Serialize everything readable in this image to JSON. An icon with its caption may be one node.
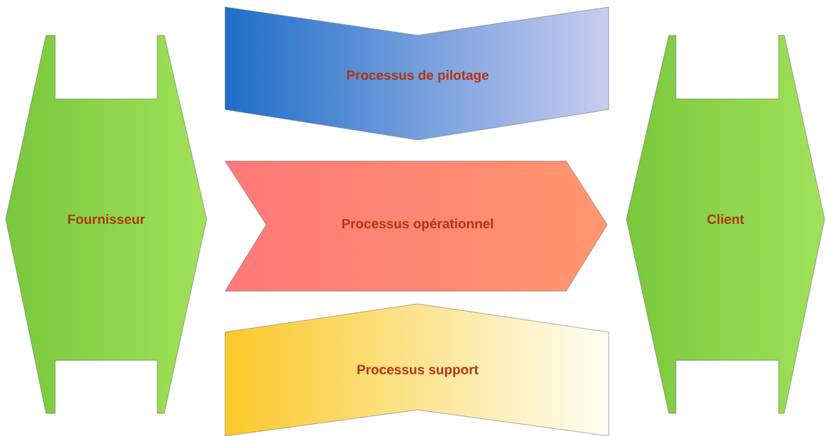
{
  "diagram": {
    "nodes": [
      {
        "text": [
          "Fournisseur"
        ]
      },
      {
        "text": [
          "Processus de pilotage"
        ]
      },
      {
        "text": [
          "Processus opérationnel"
        ]
      },
      {
        "text": [
          "Processus support"
        ]
      },
      {
        "text": [
          "Client"
        ]
      }
    ]
  }
}
